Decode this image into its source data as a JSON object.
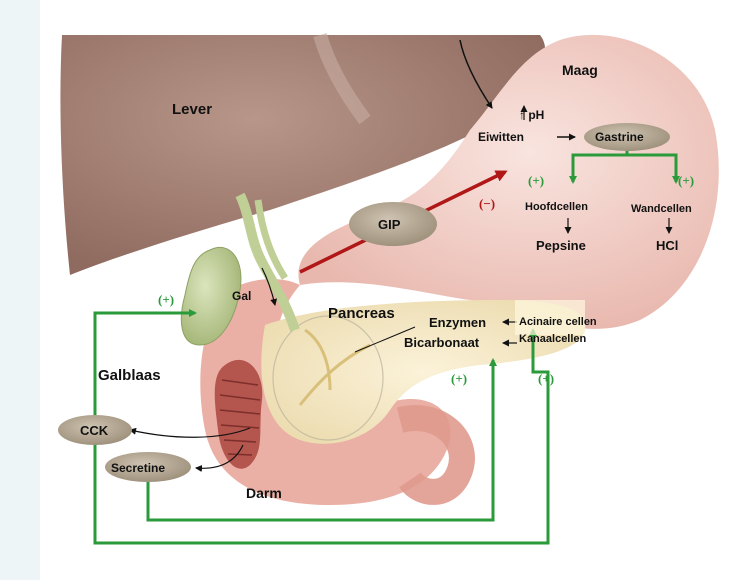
{
  "labels": {
    "lever": "Lever",
    "maag": "Maag",
    "ph": "↑ pH",
    "eiwitten": "Eiwitten",
    "gastrine": "Gastrine",
    "hoofdcellen": "Hoofdcellen",
    "wandcellen": "Wandcellen",
    "pepsine": "Pepsine",
    "hcl": "HCl",
    "gip": "GIP",
    "gal": "Gal",
    "pancreas": "Pancreas",
    "enzymen": "Enzymen",
    "acinaire_cellen": "Acinaire cellen",
    "bicarbonaat": "Bicarbonaat",
    "kanaalcellen": "Kanaalcellen",
    "galblaas": "Galblaas",
    "cck": "CCK",
    "secretine": "Secretine",
    "darm": "Darm"
  },
  "signs": {
    "plus": "(+)",
    "minus": "(−)"
  },
  "colors": {
    "feedback_green": "#2a9a3a",
    "inhibit_red": "#b01818",
    "hormone_oval": "#b7ab98",
    "liver": "#a9867a",
    "stomach": "#f2cfc8",
    "gallbladder": "#c9d6a4",
    "pancreas": "#f3e7c6"
  }
}
